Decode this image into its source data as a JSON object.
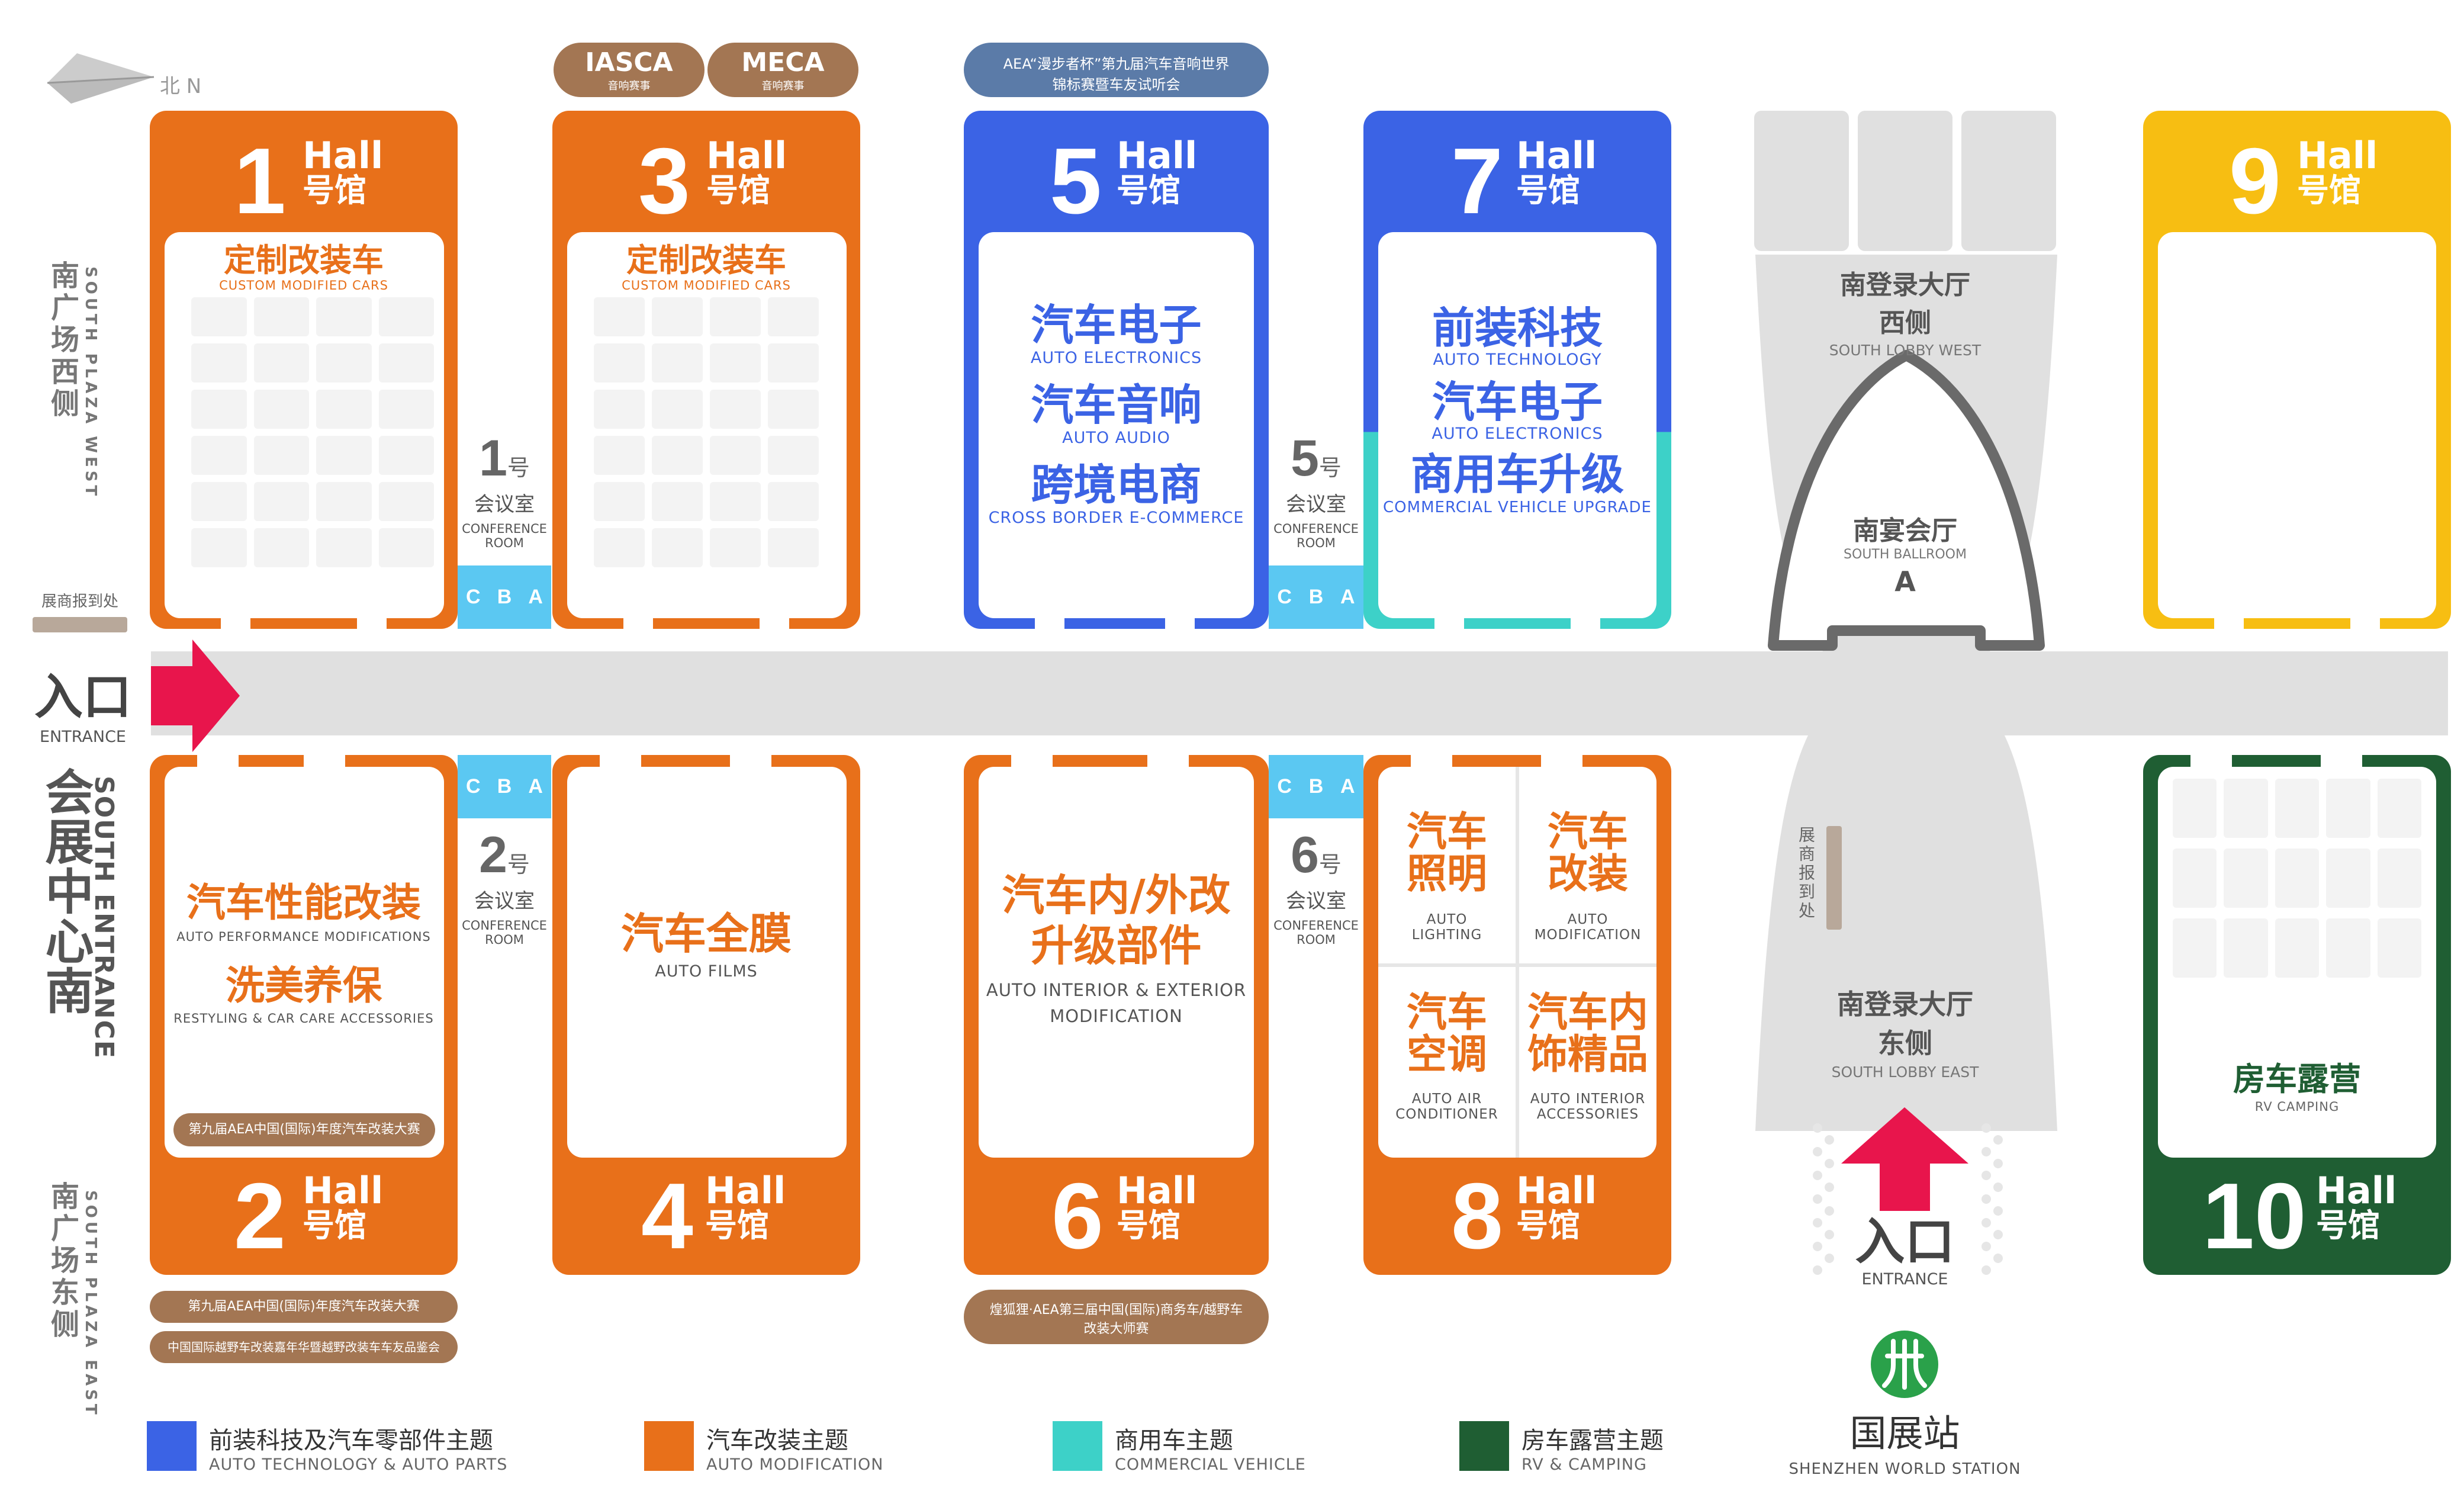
{
  "compass": {
    "label": "北 N"
  },
  "sides": {
    "south_plaza_west_zh": "南广场西侧",
    "south_plaza_west_en": "SOUTH PLAZA WEST",
    "south_plaza_east_zh": "南广场东侧",
    "south_plaza_east_en": "SOUTH PLAZA EAST",
    "south_entrance_zh": "会展中心南",
    "south_entrance_en": "SOUTH ENTRANCE"
  },
  "exhibitor_checkin_west": "展商报到处",
  "exhibitor_checkin_east": "展商报到处",
  "entrance_west": {
    "zh": "入口",
    "en": "ENTRANCE"
  },
  "entrance_south": {
    "zh": "入口",
    "en": "ENTRANCE"
  },
  "hall_word": "Hall",
  "hall_suffix": "号馆",
  "halls": {
    "h1": {
      "number": "1",
      "theme_zh": "定制改装车",
      "theme_en": "CUSTOM MODIFIED CARS"
    },
    "h3": {
      "number": "3",
      "theme_zh": "定制改装车",
      "theme_en": "CUSTOM MODIFIED CARS"
    },
    "h5": {
      "number": "5",
      "themes": [
        {
          "zh": "汽车电子",
          "en": "AUTO ELECTRONICS"
        },
        {
          "zh": "汽车音响",
          "en": "AUTO AUDIO"
        },
        {
          "zh": "跨境电商",
          "en": "CROSS BORDER E-COMMERCE"
        }
      ]
    },
    "h7": {
      "number": "7",
      "themes": [
        {
          "zh": "前装科技",
          "en": "AUTO TECHNOLOGY"
        },
        {
          "zh": "汽车电子",
          "en": "AUTO ELECTRONICS"
        },
        {
          "zh": "商用车升级",
          "en": "COMMERCIAL VEHICLE UPGRADE"
        }
      ]
    },
    "h9": {
      "number": "9"
    },
    "h2": {
      "number": "2",
      "themes": [
        {
          "zh": "汽车性能改装",
          "en": "AUTO PERFORMANCE  MODIFICATIONS"
        },
        {
          "zh": "洗美养保",
          "en": "RESTYLING & CAR CARE ACCESSORIES"
        }
      ],
      "contest": "第九届AEA中国(国际)年度汽车改装大赛"
    },
    "h4": {
      "number": "4",
      "theme_zh": "汽车全膜",
      "theme_en": "AUTO FILMS"
    },
    "h6": {
      "number": "6",
      "theme_zh_1": "汽车内/外改",
      "theme_zh_2": "升级部件",
      "theme_en_1": "AUTO INTERIOR & EXTERIOR",
      "theme_en_2": "MODIFICATION"
    },
    "h8": {
      "number": "8",
      "quads": [
        {
          "zh1": "汽车",
          "zh2": "照明",
          "en1": "AUTO",
          "en2": "LIGHTING"
        },
        {
          "zh1": "汽车",
          "zh2": "改装",
          "en1": "AUTO",
          "en2": "MODIFICATION"
        },
        {
          "zh1": "汽车",
          "zh2": "空调",
          "en1": "AUTO AIR",
          "en2": "CONDITIONER"
        },
        {
          "zh1": "汽车内",
          "zh2": "饰精品",
          "en1": "AUTO INTERIOR",
          "en2": "ACCESSORIES"
        }
      ]
    },
    "h10": {
      "number": "10",
      "theme_zh": "房车露营",
      "theme_en": "RV CAMPING"
    }
  },
  "rooms": {
    "r1": {
      "num": "1",
      "hao": "号"
    },
    "r2": {
      "num": "2",
      "hao": "号"
    },
    "r5": {
      "num": "5",
      "hao": "号"
    },
    "r6": {
      "num": "6",
      "hao": "号"
    },
    "room_zh": "会议室",
    "room_en_1": "CONFERENCE",
    "room_en_2": "ROOM",
    "sections": [
      "C",
      "B",
      "A"
    ]
  },
  "events": {
    "iasca": {
      "title": "IASCA",
      "sub": "音响赛事"
    },
    "meca": {
      "title": "MECA",
      "sub": "音响赛事"
    },
    "aea_audio": {
      "line1": "AEA“漫步者杯”第九届汽车音响世界",
      "line2": "锦标赛暨车友试听会"
    },
    "contest_2": "第九届AEA中国(国际)年度汽车改装大赛",
    "offroad": "中国国际越野车改装嘉年华暨越野改装车车友品鉴会",
    "business_car_1": "煌狐狸·AEA第三届中国(国际)商务车/越野车",
    "business_car_2": "改装大师赛"
  },
  "lobby_west": {
    "zh1": "南登录大厅",
    "zh2": "西侧",
    "en": "SOUTH LOBBY  WEST"
  },
  "ballroom": {
    "zh": "南宴会厅",
    "en": "SOUTH BALLROOM",
    "letter": "A"
  },
  "lobby_east": {
    "zh1": "南登录大厅",
    "zh2": "东侧",
    "en": "SOUTH LOBBY  EAST"
  },
  "metro": {
    "zh": "国展站",
    "en": "SHENZHEN WORLD STATION"
  },
  "legend": [
    {
      "zh": "前装科技及汽车零部件主题",
      "en": "AUTO TECHNOLOGY & AUTO PARTS",
      "color": "#3b63e5"
    },
    {
      "zh": "汽车改装主题",
      "en": "AUTO MODIFICATION",
      "color": "#e8701a"
    },
    {
      "zh": "商用车主题",
      "en": "COMMERCIAL VEHICLE",
      "color": "#3dd1c8"
    },
    {
      "zh": "房车露营主题",
      "en": "RV & CAMPING",
      "color": "#1f5e33"
    }
  ],
  "colors": {
    "orange": "#e8701a",
    "blue": "#3b63e5",
    "teal": "#3dd1c8",
    "yellow": "#f7be12",
    "green": "#1f5e33",
    "brown": "#a37653",
    "lightblue": "#5bc8f2",
    "gray": "#e0e0e0"
  }
}
